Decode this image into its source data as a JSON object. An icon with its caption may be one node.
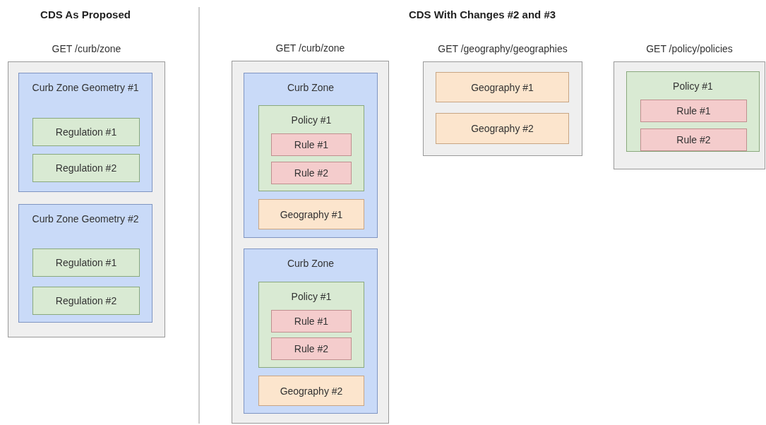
{
  "diagram": {
    "nodes": [
      {
        "text": [
          "GET /curb/zone"
        ]
      },
      {
        "text": [
          "Curb Zone Geometry #1"
        ],
        "in": 0
      },
      {
        "text": [
          "Regulation #1"
        ],
        "in": 1
      },
      {
        "text": [
          "Regulation #2"
        ],
        "in": 1
      },
      {
        "text": [
          "Curb Zone Geometry #2"
        ],
        "in": 0
      },
      {
        "text": [
          "Regulation #1"
        ],
        "in": 4
      },
      {
        "text": [
          "Regulation #2"
        ],
        "in": 4
      },
      {
        "text": [
          "GET /curb/zone"
        ]
      },
      {
        "text": [
          "Curb Zone"
        ],
        "in": 7
      },
      {
        "text": [
          "Policy #1"
        ],
        "in": 8
      },
      {
        "text": [
          "Rule #1"
        ],
        "in": 9
      },
      {
        "text": [
          "Rule #2"
        ],
        "in": 9
      },
      {
        "text": [
          "Geography #1"
        ],
        "in": 8
      },
      {
        "text": [
          "Curb Zone"
        ],
        "in": 7
      },
      {
        "text": [
          "Policy #1"
        ],
        "in": 13
      },
      {
        "text": [
          "Rule #1"
        ],
        "in": 14
      },
      {
        "text": [
          "Rule #2"
        ],
        "in": 14
      },
      {
        "text": [
          "Geography #2"
        ],
        "in": 13
      },
      {
        "text": [
          "GET /geography/geographies"
        ]
      },
      {
        "text": [
          "Geography #1"
        ],
        "in": 18
      },
      {
        "text": [
          "Geography #2"
        ],
        "in": 18
      },
      {
        "text": [
          "GET /policy/policies"
        ]
      },
      {
        "text": [
          "Policy #1"
        ],
        "in": 21
      },
      {
        "text": [
          "Rule #1"
        ],
        "in": 22
      },
      {
        "text": [
          "Rule #2"
        ],
        "in": 22
      }
    ],
    "labels": [
      "CDS As Proposed",
      "CDS With Changes #2 and #3"
    ]
  }
}
